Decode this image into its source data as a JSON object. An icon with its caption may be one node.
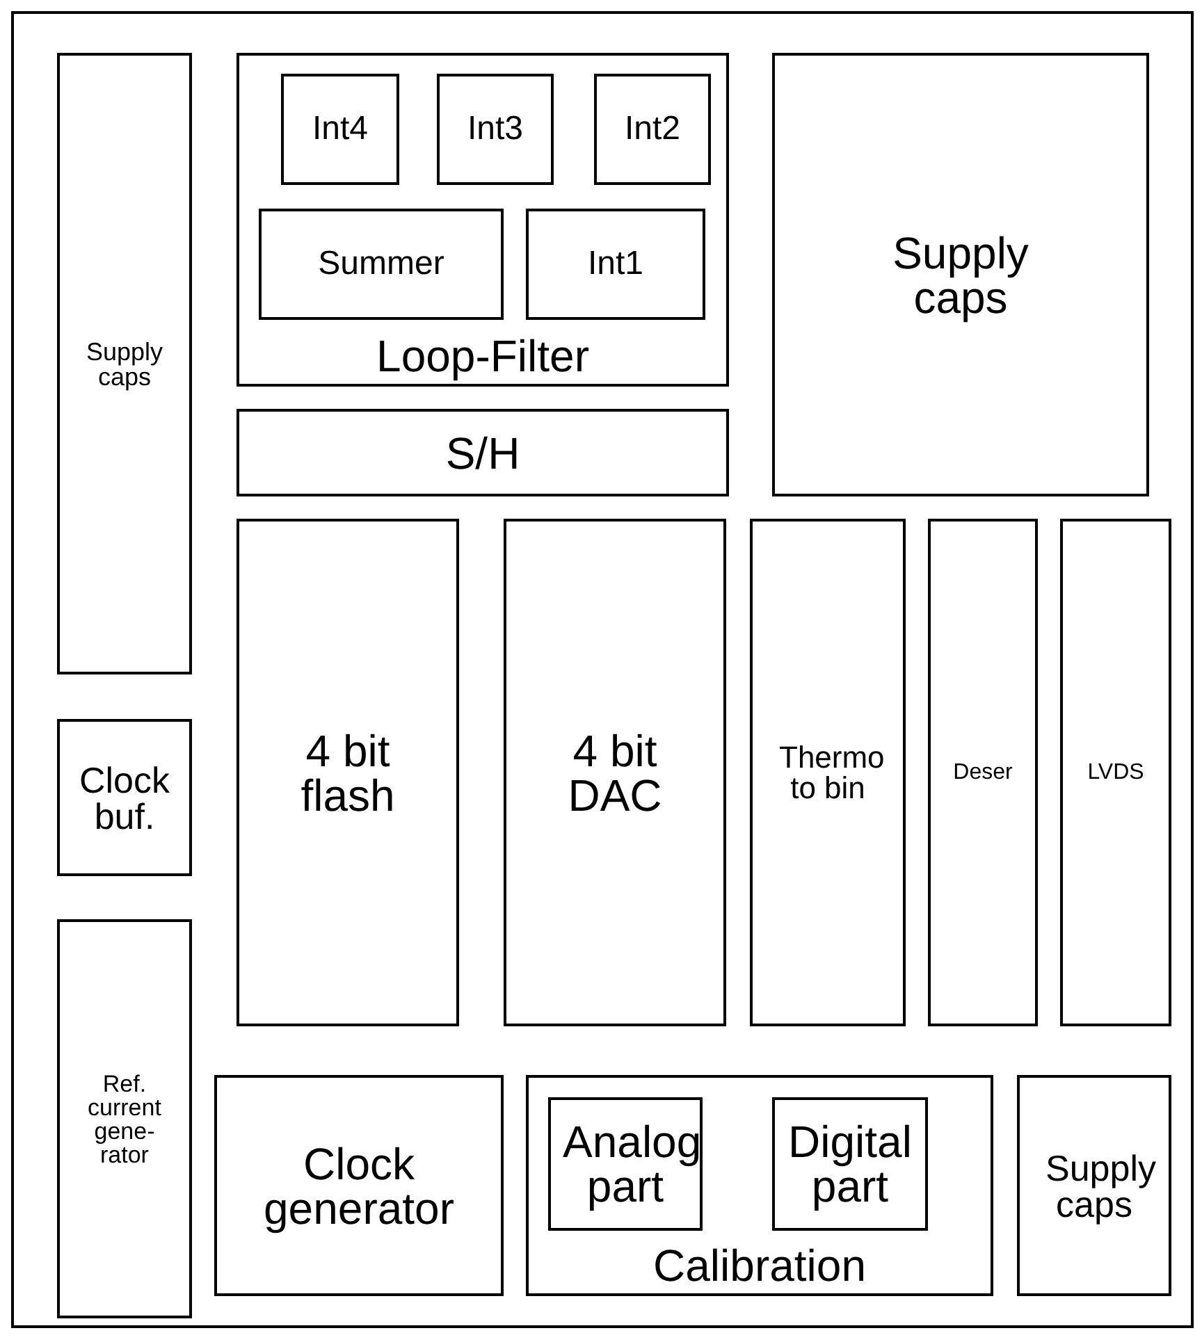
{
  "diagram": {
    "nodes": [
      {
        "text": [
          "Supply caps"
        ]
      },
      {
        "text": [
          "Loop-Filter"
        ]
      },
      {
        "text": [
          "Int4"
        ],
        "in": 1
      },
      {
        "text": [
          "Int3"
        ],
        "in": 1
      },
      {
        "text": [
          "Int2"
        ],
        "in": 1
      },
      {
        "text": [
          "Summer"
        ],
        "in": 1
      },
      {
        "text": [
          "Int1"
        ],
        "in": 1
      },
      {
        "text": [
          "Supply caps"
        ]
      },
      {
        "text": [
          "S/H"
        ]
      },
      {
        "text": [
          "4 bit flash"
        ]
      },
      {
        "text": [
          "4 bit DAC"
        ]
      },
      {
        "text": [
          "Thermo to bin"
        ]
      },
      {
        "text": [
          "Deser"
        ]
      },
      {
        "text": [
          "LVDS"
        ]
      },
      {
        "text": [
          "Clock buf."
        ]
      },
      {
        "text": [
          "Ref. current gene-rator"
        ]
      },
      {
        "text": [
          "Clock generator"
        ]
      },
      {
        "text": [
          "Calibration"
        ]
      },
      {
        "text": [
          "Analog part"
        ],
        "in": 17
      },
      {
        "text": [
          "Digital part"
        ],
        "in": 17
      },
      {
        "text": [
          "Supply caps"
        ]
      }
    ],
    "edges": []
  }
}
